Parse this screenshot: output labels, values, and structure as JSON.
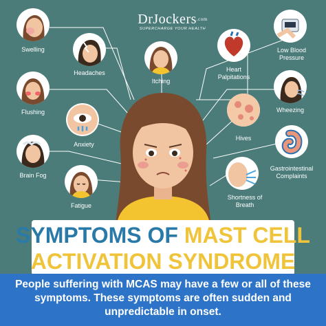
{
  "brand": {
    "name": "DrJockers",
    "domain": ".com",
    "tagline": "SUPERCHARGE YOUR HEALTH"
  },
  "symptoms": {
    "swelling": "Swelling",
    "headaches": "Headaches",
    "itching": "Itching",
    "heart_palpitations": "Heart Palpitations",
    "low_blood_pressure": "Low Blood Pressure",
    "flushing": "Flushing",
    "wheezing": "Wheezing",
    "anxiety": "Anxiety",
    "hives": "Hives",
    "brain_fog": "Brain Fog",
    "gastrointestinal_complaints": "Gastrointestinal Complaints",
    "fatigue": "Fatigue",
    "shortness_of_breath": "Shortness of Breath"
  },
  "title": {
    "line1_part1": "SYMPTOMS OF",
    "line1_part2": "MAST CELL",
    "line2": "ACTIVATION SYNDROME"
  },
  "footer": "People suffering with MCAS may have a few or all of these symptoms. These symptoms are often sudden and unpredictable in onset.",
  "colors": {
    "background": "#4b7c7a",
    "title_blue": "#2a7aa9",
    "title_yellow": "#f0c43a",
    "footer_blue": "#2d74c8",
    "hair": "#7a4a2e",
    "skin": "#f1c5a2",
    "shirt": "#f4c430"
  }
}
